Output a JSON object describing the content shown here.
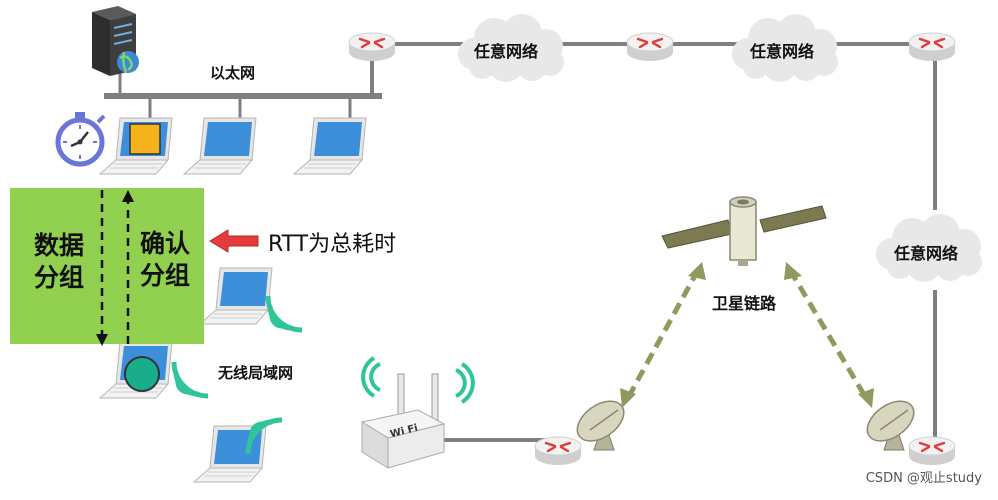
{
  "labels": {
    "ethernet": "以太网",
    "cloud_1": "任意网络",
    "cloud_2": "任意网络",
    "cloud_3": "任意网络",
    "satellite": "卫星链路",
    "wlan": "无线局域网",
    "data_packet": "数据\n分组",
    "ack_packet": "确认\n分组",
    "rtt": "RTT为总耗时",
    "wifi_logo": "Wi Fi",
    "watermark": "CSDN @观止study"
  },
  "colors": {
    "packet_box": "#92d050",
    "ack_marker": "#f5b21b",
    "data_marker": "#1aad8c",
    "arrow": "#e63b3b",
    "link_gray": "#7f7f7f",
    "satellite_link": "#8e9a5e",
    "wireless_signal": "#2fc49a",
    "laptop_screen": "#3c8fd8"
  },
  "icons": [
    "server-icon",
    "stopwatch-icon",
    "router-icon",
    "cloud-icon",
    "laptop-icon",
    "satellite-icon",
    "dish-antenna-icon",
    "wifi-router-icon",
    "wireless-signal-icon"
  ]
}
